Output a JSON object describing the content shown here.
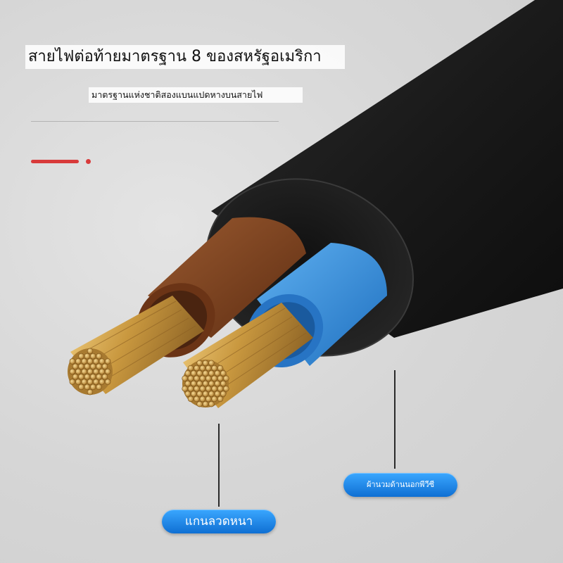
{
  "header": {
    "title": "สายไฟต่อท้ายมาตรฐาน 8 ของสหรัฐอเมริกา",
    "subtitle": "มาตรฐานแห่งชาติสองแบนแปดหางบนสายไฟ"
  },
  "labels": {
    "core_label": "แกนลวดหนา",
    "sheath_label": "ผ้านวมด้านนอกพีวีซี"
  },
  "colors": {
    "accent": "#d83a3a",
    "cable_sheath": "#1f1f1f",
    "brown_insulation": "#7a3f1e",
    "blue_insulation": "#2e86d6",
    "copper": "#c9983f",
    "label_pill": "#1b7fe0"
  }
}
